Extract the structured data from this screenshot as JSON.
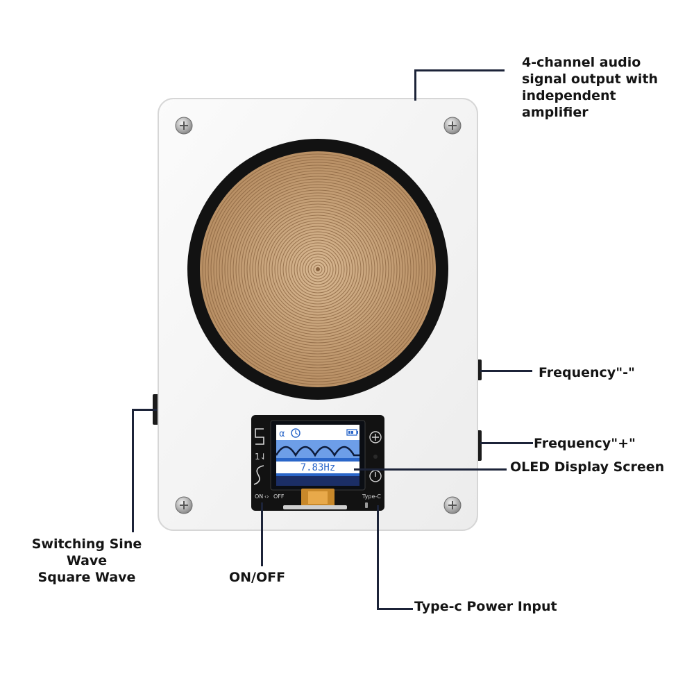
{
  "callouts": {
    "audio_output": [
      "4-channel audio",
      "signal output with",
      "independent",
      "amplifier"
    ],
    "frequency_minus": "Frequency\"-\"",
    "frequency_plus": "Frequency\"+\"",
    "oled_display": "OLED Display Screen",
    "switch_wave": [
      "Switching Sine Wave",
      "Square Wave"
    ],
    "on_off": "ON/OFF",
    "type_c_power": "Type-c Power Input"
  },
  "device": {
    "oled_frequency": "7.83Hz",
    "switch_label": "ON",
    "switch_label_off": "OFF",
    "port_label": "Type-C"
  },
  "colors": {
    "leader_line": "#1c2338",
    "case": "#f7f7f7",
    "coil": "#c7a27a",
    "oled_accent": "#6d9ee8"
  },
  "icons": [
    "screw-icon",
    "plus-icon",
    "power-icon",
    "clock-icon",
    "battery-icon",
    "sine-wave-icon",
    "square-wave-icon",
    "updown-icon"
  ]
}
